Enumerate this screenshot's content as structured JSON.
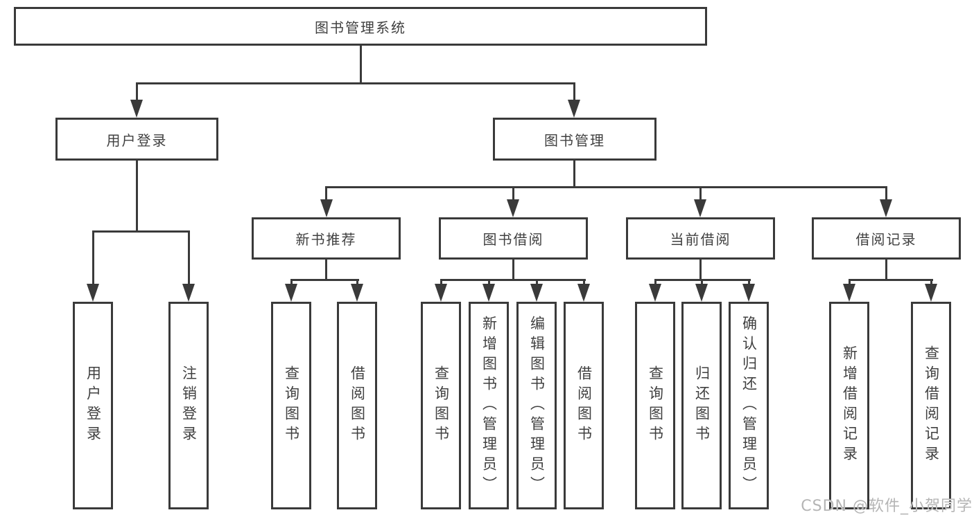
{
  "diagram": {
    "root": {
      "label": "图书管理系统"
    },
    "branches": [
      {
        "label": "用户登录",
        "children": [
          {
            "label": "用户登录"
          },
          {
            "label": "注销登录"
          }
        ]
      },
      {
        "label": "图书管理",
        "children": [
          {
            "label": "新书推荐",
            "children": [
              {
                "label": "查询图书"
              },
              {
                "label": "借阅图书"
              }
            ]
          },
          {
            "label": "图书借阅",
            "children": [
              {
                "label": "查询图书"
              },
              {
                "label": "新增图书（管理员）"
              },
              {
                "label": "编辑图书（管理员）"
              },
              {
                "label": "借阅图书"
              }
            ]
          },
          {
            "label": "当前借阅",
            "children": [
              {
                "label": "查询图书"
              },
              {
                "label": "归还图书"
              },
              {
                "label": "确认归还（管理员）"
              }
            ]
          },
          {
            "label": "借阅记录",
            "children": [
              {
                "label": "新增借阅记录"
              },
              {
                "label": "查询借阅记录"
              }
            ]
          }
        ]
      }
    ]
  },
  "watermark": {
    "text": "CSDN @软件_小贺同学"
  },
  "colors": {
    "line": "#3a3a3a",
    "text": "#404040",
    "background": "#ffffff",
    "watermark": "#b5b5b5"
  }
}
